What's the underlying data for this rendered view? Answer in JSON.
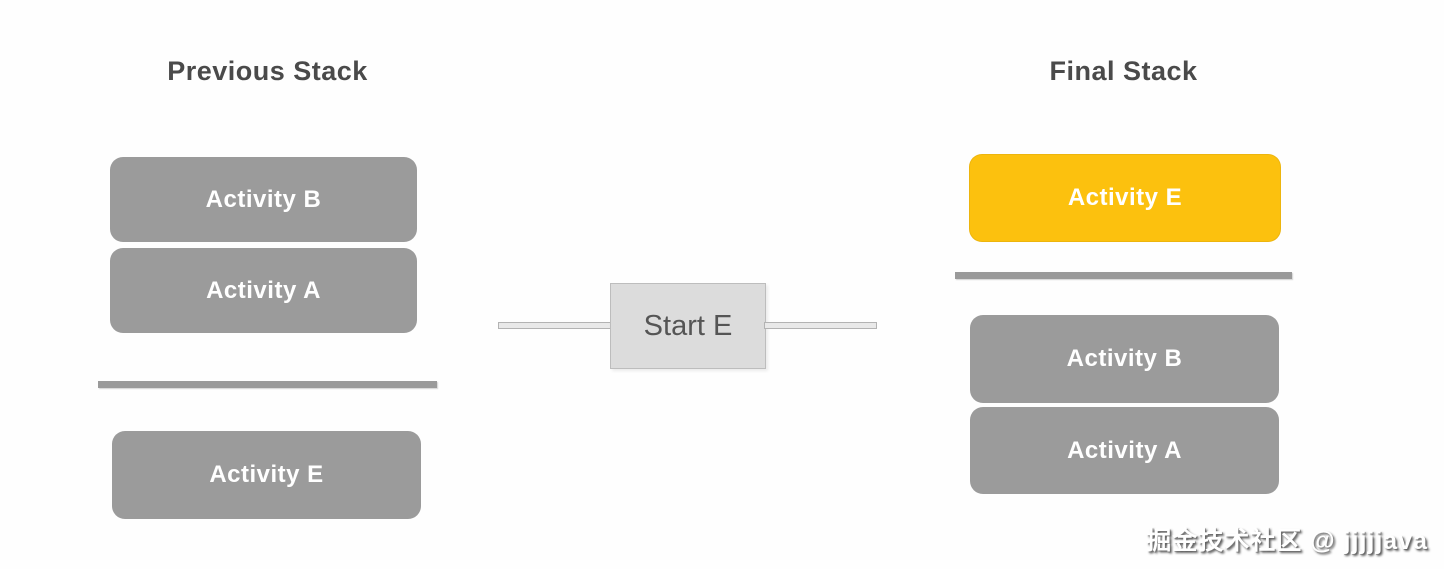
{
  "diagram": {
    "left_panel": {
      "title": "Previous Stack",
      "boxes": [
        {
          "label": "Activity B",
          "color": "gray"
        },
        {
          "label": "Activity A",
          "color": "gray"
        }
      ],
      "below_divider_boxes": [
        {
          "label": "Activity E",
          "color": "gray"
        }
      ]
    },
    "action": {
      "label": "Start E"
    },
    "right_panel": {
      "title": "Final Stack",
      "boxes": [
        {
          "label": "Activity E",
          "color": "yellow"
        }
      ],
      "below_divider_boxes": [
        {
          "label": "Activity B",
          "color": "gray"
        },
        {
          "label": "Activity A",
          "color": "gray"
        }
      ]
    },
    "watermark": "掘金技术社区 @ jjjjjava",
    "colors": {
      "gray_box": "#9b9b9b",
      "yellow_box": "#fcc10e",
      "divider": "#9a9a9a",
      "title_text": "#4a4a4a",
      "box_text": "#ffffff",
      "action_box_bg": "#dcdcdc",
      "action_box_border": "#bdbdbd",
      "action_text": "#555555",
      "connector_fill": "#e9e9e9",
      "connector_border": "#b3b3b3"
    }
  }
}
